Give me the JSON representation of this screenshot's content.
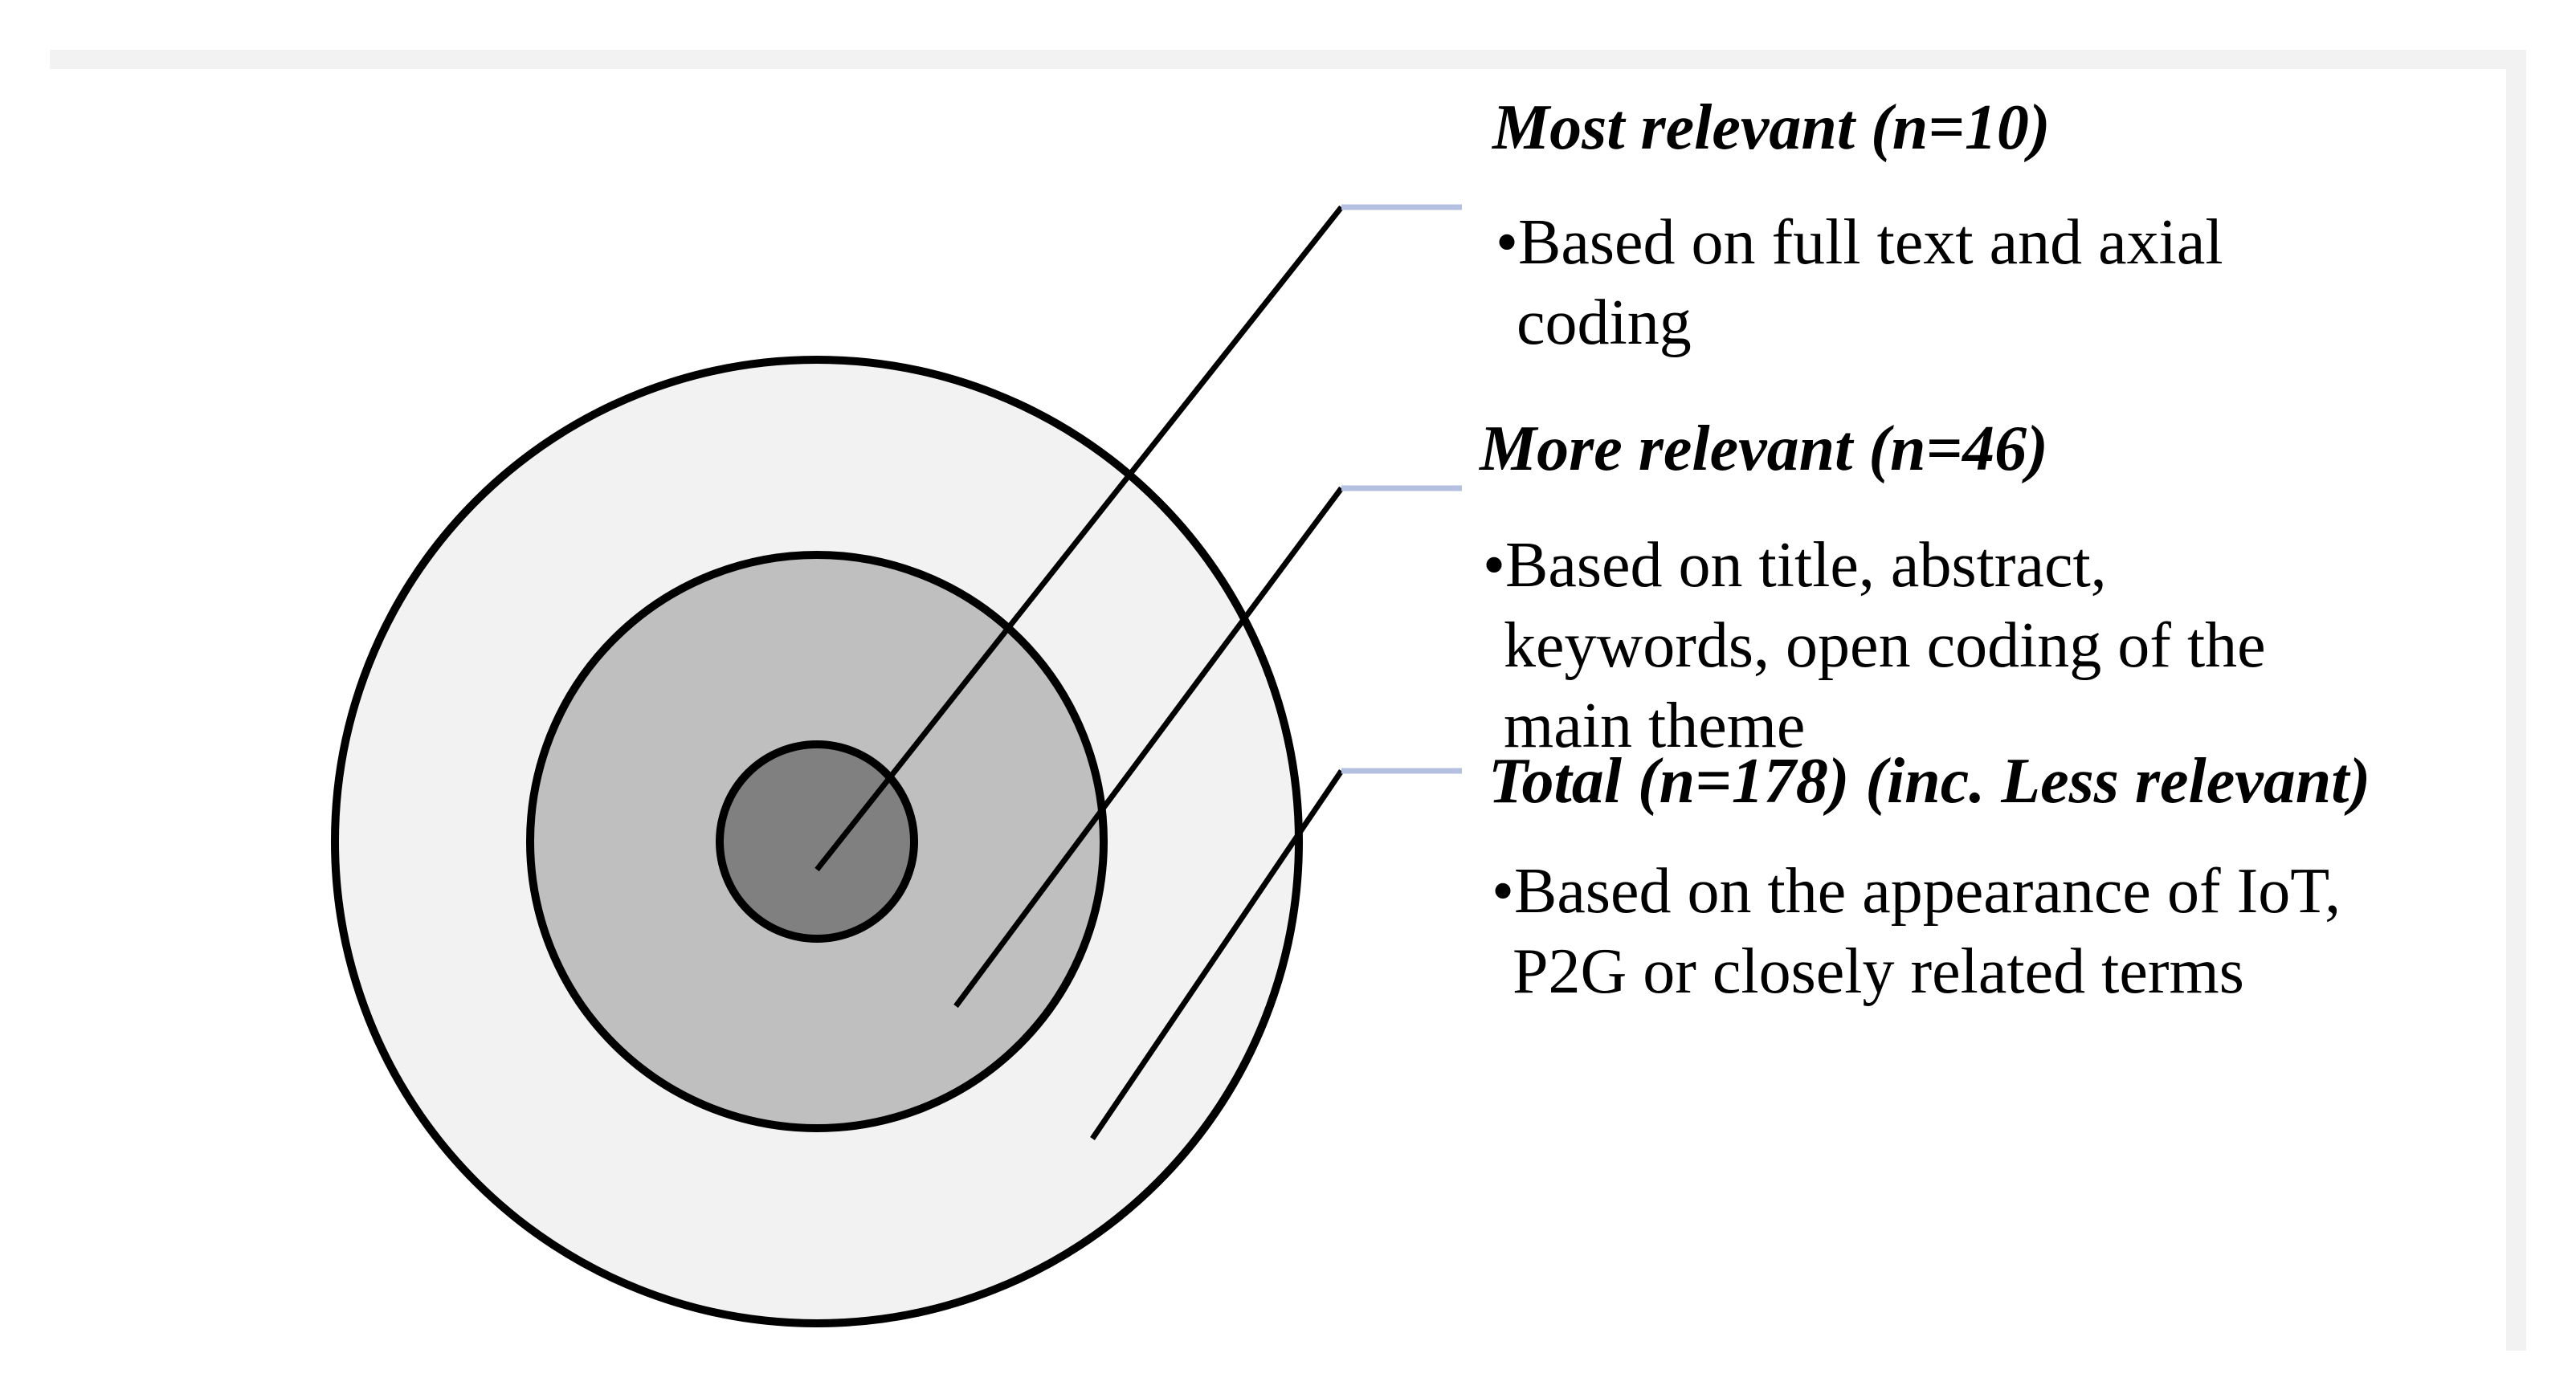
{
  "colors": {
    "background_panel": "#f2f2f2",
    "outer_circle_fill": "#f2f2f2",
    "middle_circle_fill": "#bfbfbf",
    "inner_circle_fill": "#808080",
    "stroke": "#000000",
    "connector_accent": "#b4c0e0"
  },
  "levels": [
    {
      "title": "Most relevant (n=10)",
      "bullet_lines": [
        "•Based on full text and axial",
        "coding"
      ]
    },
    {
      "title": "More relevant (n=46)",
      "bullet_lines": [
        "•Based on title, abstract,",
        "keywords, open coding of the",
        "main theme"
      ]
    },
    {
      "title": "Total (n=178) (inc. Less relevant)",
      "bullet_lines": [
        "•Based on the appearance of IoT,",
        "P2G or closely related terms"
      ]
    }
  ]
}
